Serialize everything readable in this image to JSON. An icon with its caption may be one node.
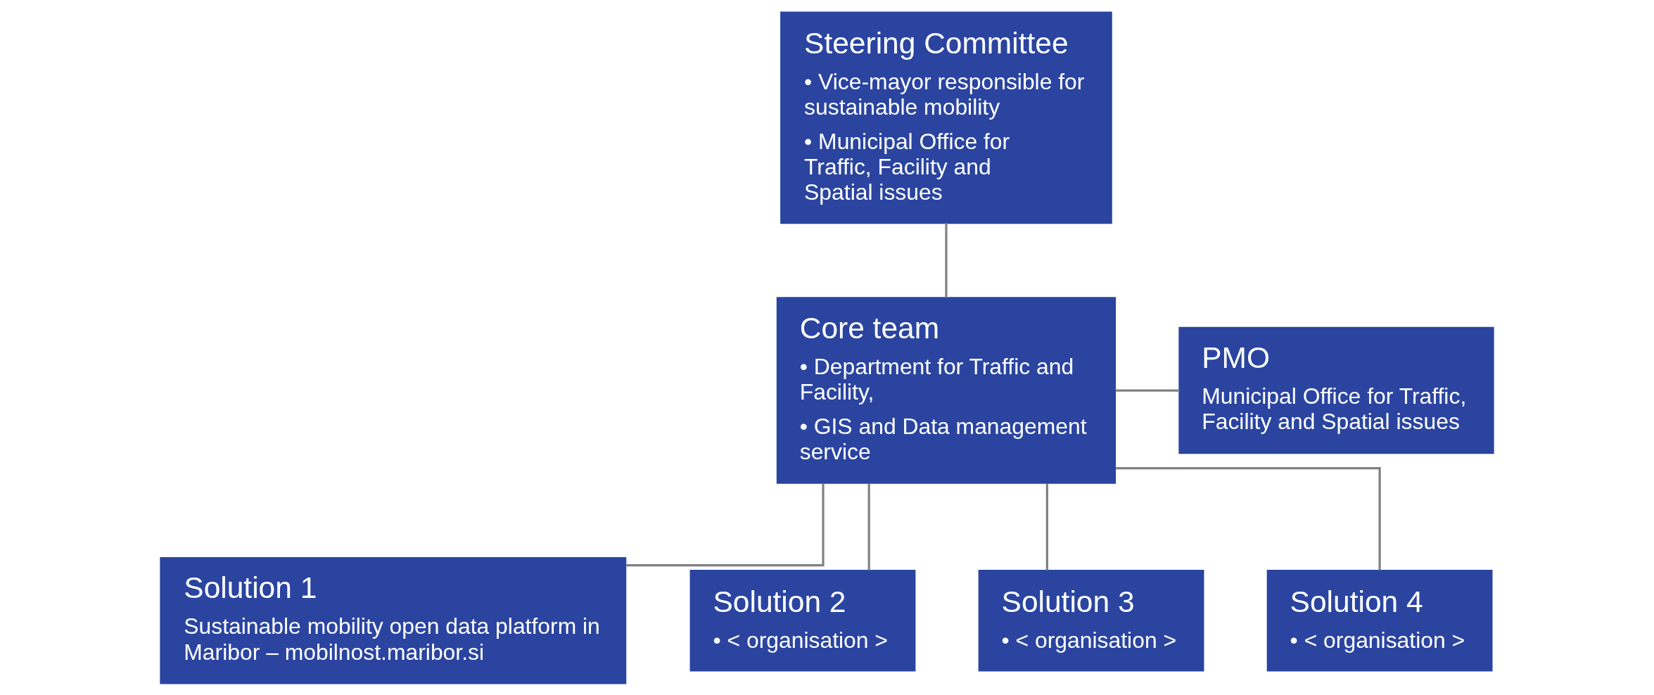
{
  "diagram": {
    "nodes": [
      {
        "text": [
          "Steering Committee",
          "• Vice-mayor responsible for sustainable mobility",
          "• Municipal Office for Traffic, Facility and Spatial issues"
        ]
      },
      {
        "text": [
          "PMO",
          "Municipal Office for Traffic, Facility and Spatial issues"
        ]
      },
      {
        "text": [
          "Core team",
          "• Department for Traffic and Facility,",
          "• GIS and Data management service"
        ]
      },
      {
        "text": [
          "Solution 1",
          "Sustainable mobility open data platform in Maribor – mobilnost.maribor.si"
        ]
      },
      {
        "text": [
          "Solution 2",
          "• < organisation >"
        ]
      },
      {
        "text": [
          "Solution 3",
          "• < organisation >"
        ]
      },
      {
        "text": [
          "Solution 4",
          "• < organisation >"
        ]
      }
    ],
    "edges": [
      {
        "from": 0,
        "to": 2,
        "arrow": "none"
      },
      {
        "from": 1,
        "to": 2,
        "arrow": "none"
      },
      {
        "from": 2,
        "to": 3,
        "arrow": "none"
      },
      {
        "from": 2,
        "to": 4,
        "arrow": "none"
      },
      {
        "from": 2,
        "to": 5,
        "arrow": "none"
      },
      {
        "from": 2,
        "to": 6,
        "arrow": "none"
      }
    ]
  }
}
